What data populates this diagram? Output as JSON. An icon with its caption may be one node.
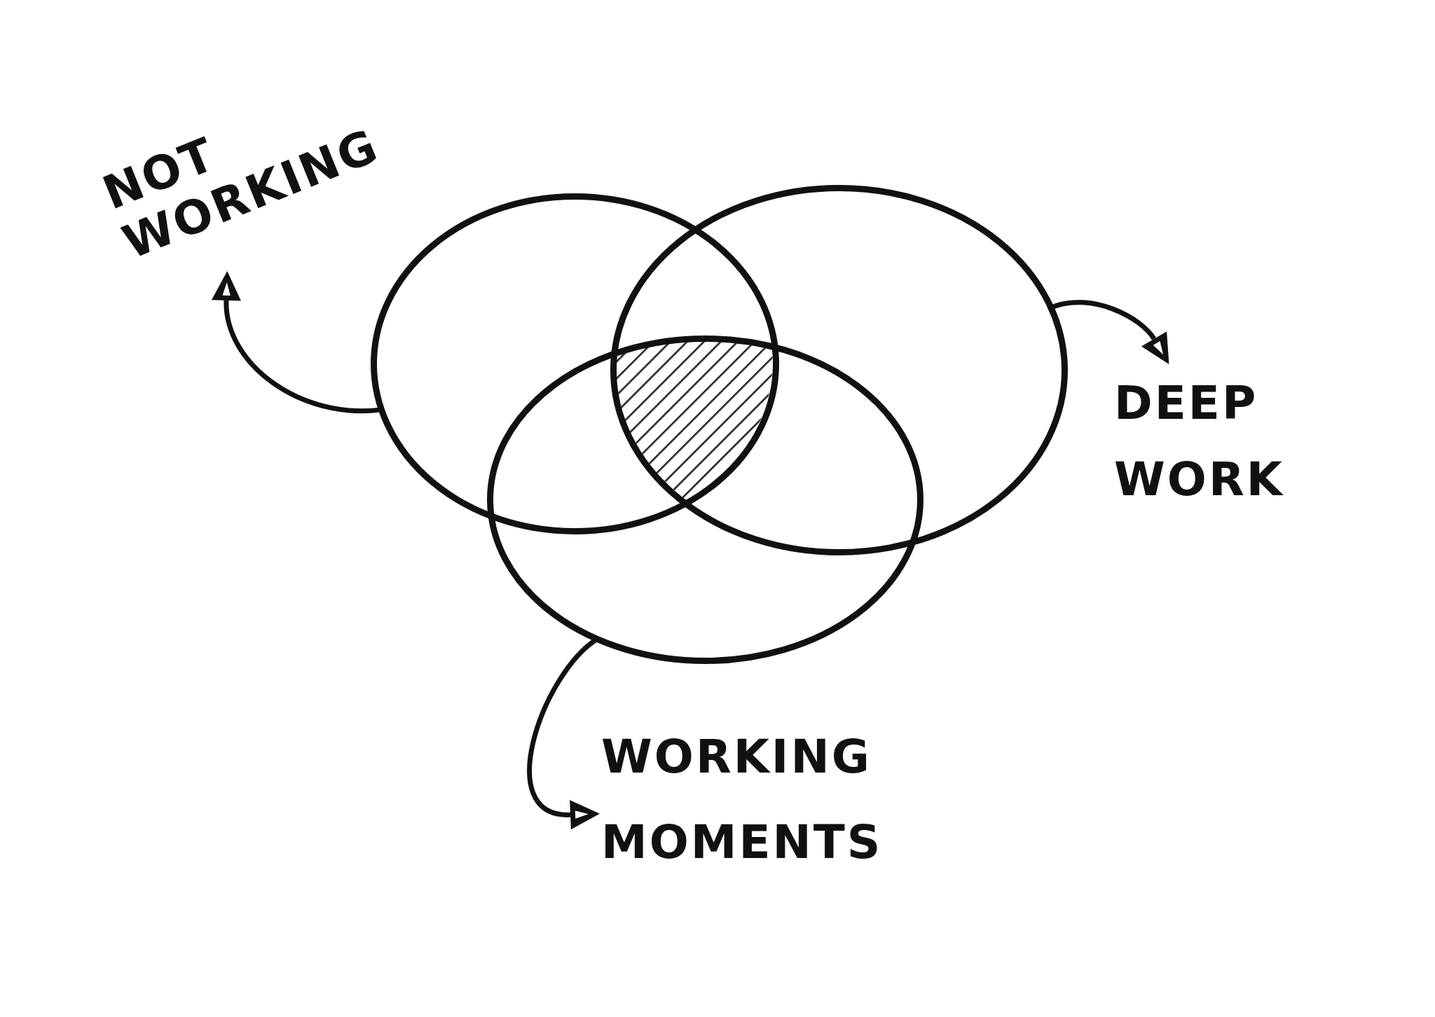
{
  "diagram": {
    "nodes": [
      {
        "text": [],
        "shape": "ellipse"
      },
      {
        "text": [],
        "shape": "ellipse"
      },
      {
        "text": [],
        "shape": "ellipse"
      },
      {
        "text": [
          "NOT WORKING"
        ]
      },
      {
        "text": [
          "DEEP WORK"
        ]
      },
      {
        "text": [
          "WORKING MOMENTS"
        ]
      },
      {
        "text": [],
        "shape": "hatched"
      }
    ],
    "edges": [
      {
        "from": 0,
        "to": 3,
        "arrow": "to"
      },
      {
        "from": 1,
        "to": 4,
        "arrow": "to"
      },
      {
        "from": 2,
        "to": 5,
        "arrow": "to"
      }
    ]
  }
}
